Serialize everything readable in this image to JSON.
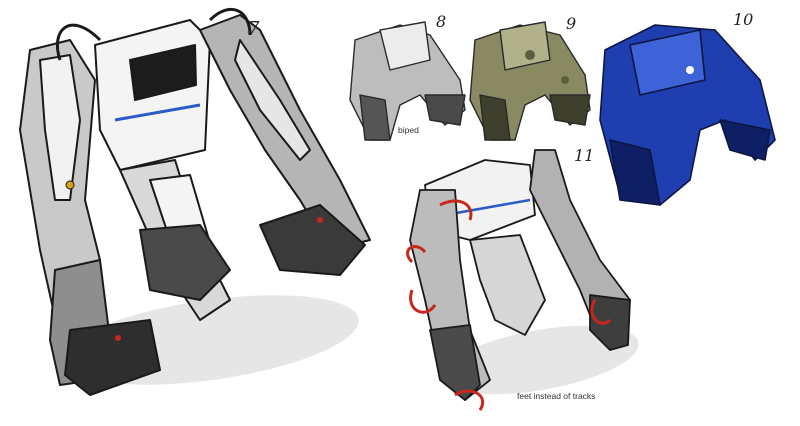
{
  "sketches": [
    {
      "id": "mech-7",
      "number": "7",
      "variant": "large walker, greyscale"
    },
    {
      "id": "mech-8",
      "number": "8",
      "caption": "biped"
    },
    {
      "id": "mech-9",
      "number": "9"
    },
    {
      "id": "mech-10",
      "number": "10"
    },
    {
      "id": "mech-11",
      "number": "11",
      "caption": "feet instead of tracks"
    }
  ],
  "colors": {
    "metal_light": "#e8e8e8",
    "metal_mid": "#9a9a9a",
    "metal_dark": "#2b2b2b",
    "camo": "#7a7a55",
    "blue": "#1f3fb0",
    "accent_red": "#c8281c",
    "stripe_blue": "#2a5cc8",
    "shadow": "#e6e6e6"
  }
}
